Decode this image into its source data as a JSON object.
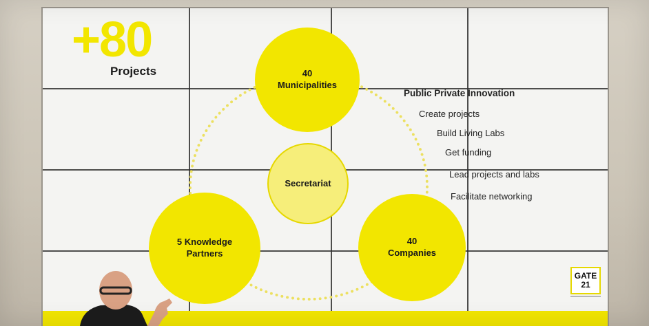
{
  "headline": {
    "number": "+80",
    "label": "Projects"
  },
  "circles": {
    "top": {
      "line1": "40",
      "line2": "Municipalities"
    },
    "center": {
      "line1": "Secretariat"
    },
    "left": {
      "line1": "5 Knowledge",
      "line2": "Partners"
    },
    "right": {
      "line1": "40",
      "line2": "Companies"
    }
  },
  "list": {
    "header": "Public Private Innovation",
    "items": [
      "Create projects",
      "Build Living Labs",
      "Get funding",
      "Lead projects and labs",
      "Facilitate networking"
    ]
  },
  "logo": {
    "line1": "GATE",
    "line2": "21"
  },
  "colors": {
    "brand_yellow": "#f2e600",
    "grid_line": "#2f2f2f",
    "screen_bg": "#f4f4f2"
  }
}
